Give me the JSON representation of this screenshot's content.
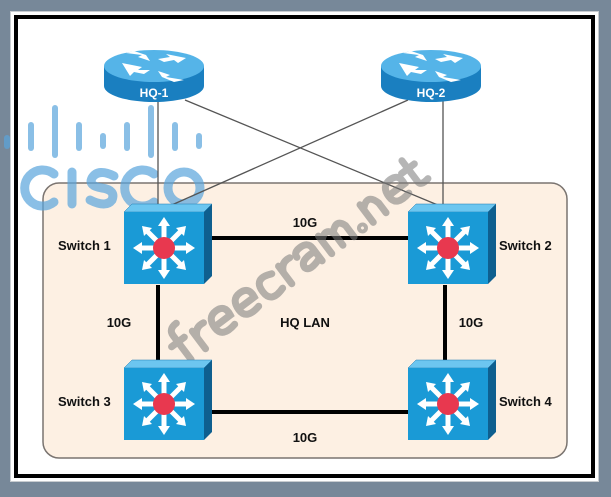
{
  "diagram": {
    "area_label": "HQ LAN",
    "routers": [
      {
        "id": "hq1",
        "label": "HQ-1"
      },
      {
        "id": "hq2",
        "label": "HQ-2"
      }
    ],
    "switches": [
      {
        "id": "sw1",
        "label": "Switch 1"
      },
      {
        "id": "sw2",
        "label": "Switch 2"
      },
      {
        "id": "sw3",
        "label": "Switch 3"
      },
      {
        "id": "sw4",
        "label": "Switch 4"
      }
    ],
    "links": [
      {
        "from": "sw1",
        "to": "sw2",
        "label": "10G"
      },
      {
        "from": "sw1",
        "to": "sw3",
        "label": "10G"
      },
      {
        "from": "sw2",
        "to": "sw4",
        "label": "10G"
      },
      {
        "from": "sw3",
        "to": "sw4",
        "label": "10G"
      },
      {
        "from": "hq1",
        "to": "sw1",
        "label": ""
      },
      {
        "from": "hq1",
        "to": "sw2",
        "label": ""
      },
      {
        "from": "hq2",
        "to": "sw1",
        "label": ""
      },
      {
        "from": "hq2",
        "to": "sw2",
        "label": ""
      }
    ]
  },
  "watermarks": {
    "logo": "cisco",
    "site": "freecram.net"
  },
  "colors": {
    "router_blue": "#1e8fd0",
    "switch_blue": "#1a9ad6",
    "switch_center": "#e8384f",
    "lan_fill": "#fdf0e3",
    "background": "#778899"
  }
}
